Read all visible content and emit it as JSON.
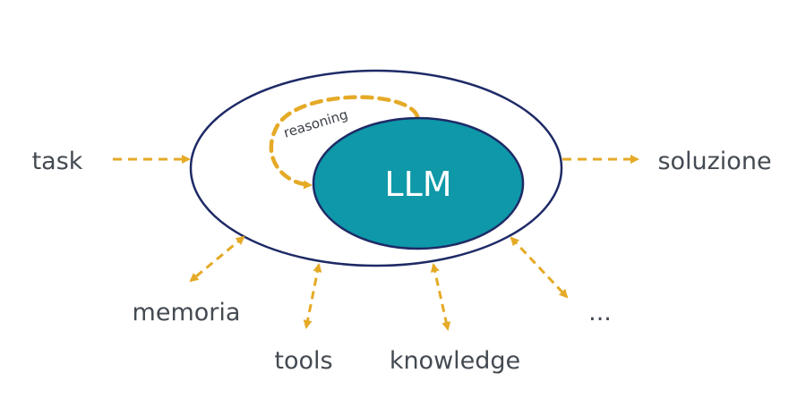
{
  "labels": {
    "task": "task",
    "solution": "soluzione",
    "core": "LLM",
    "reasoning": "reasoning",
    "memory": "memoria",
    "tools": "tools",
    "knowledge": "knowledge",
    "more": "..."
  },
  "colors": {
    "outline": "#1e2a66",
    "core_fill": "#0e98a8",
    "arrow": "#e5aa26",
    "text": "#444a52"
  }
}
